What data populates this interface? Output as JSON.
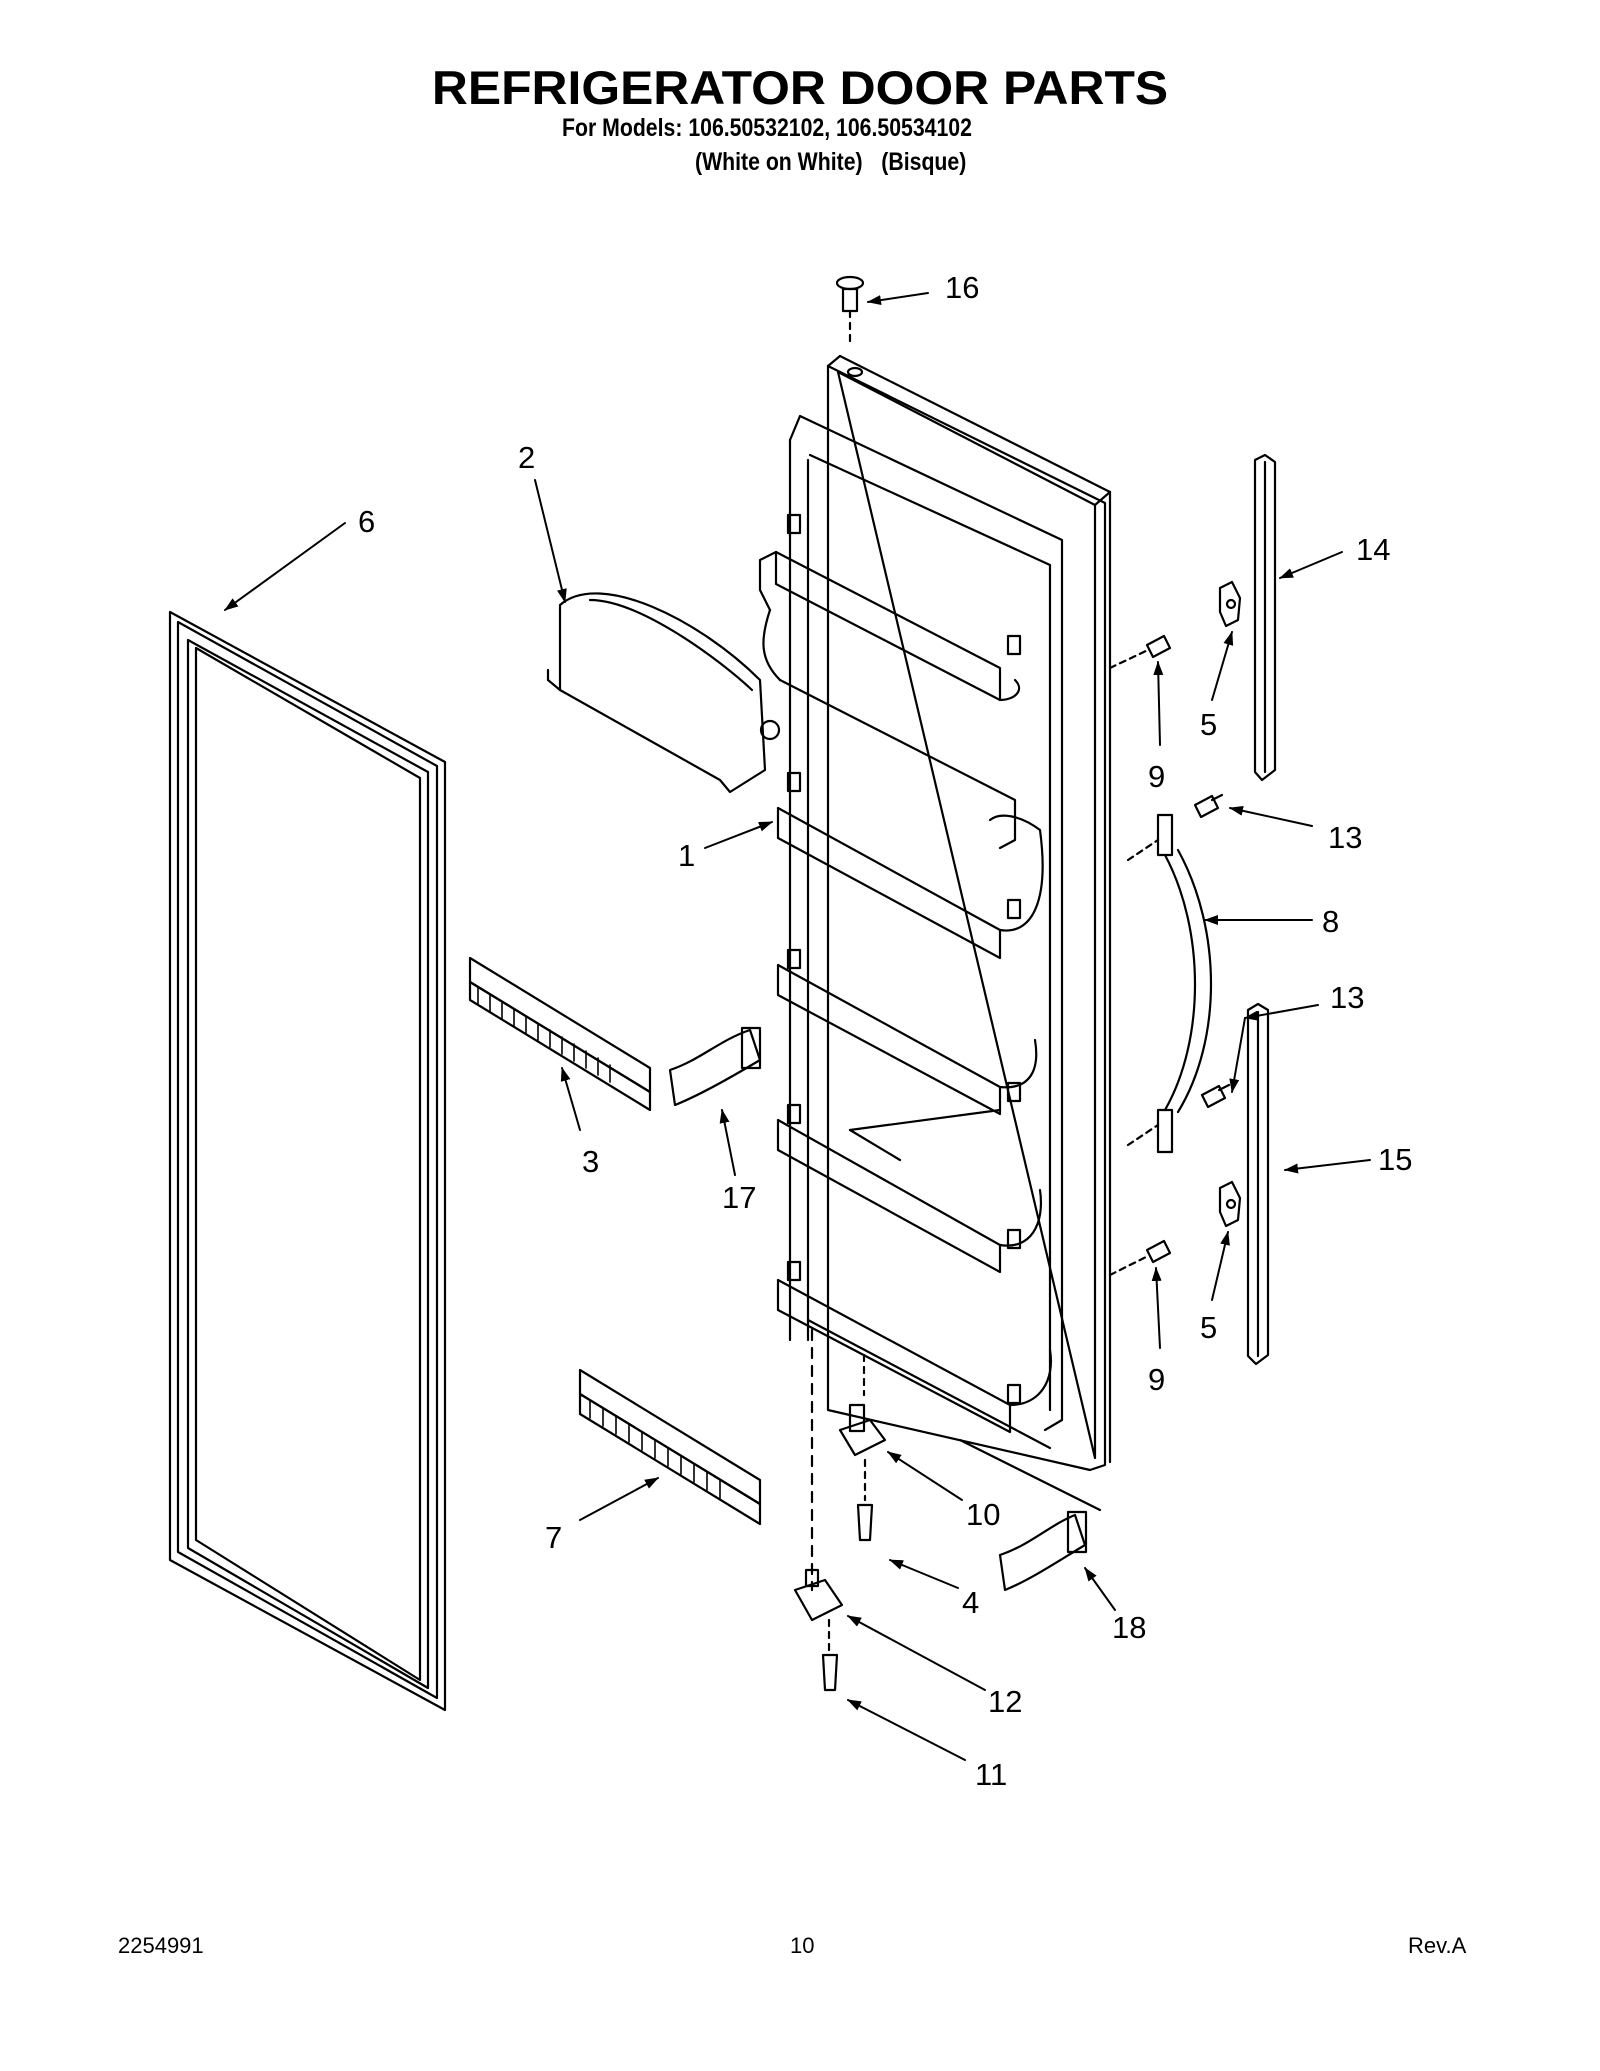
{
  "header": {
    "title": "REFRIGERATOR DOOR PARTS",
    "models_line": "For Models: 106.50532102, 106.50534102",
    "variant_white": "(White on White)",
    "variant_bisque": "(Bisque)"
  },
  "callouts": [
    "16",
    "2",
    "6",
    "14",
    "5",
    "9",
    "13",
    "1",
    "8",
    "13",
    "3",
    "17",
    "15",
    "5",
    "9",
    "10",
    "7",
    "4",
    "18",
    "12",
    "11"
  ],
  "footer": {
    "doc_number": "2254991",
    "page_number": "10",
    "revision": "Rev.A"
  }
}
